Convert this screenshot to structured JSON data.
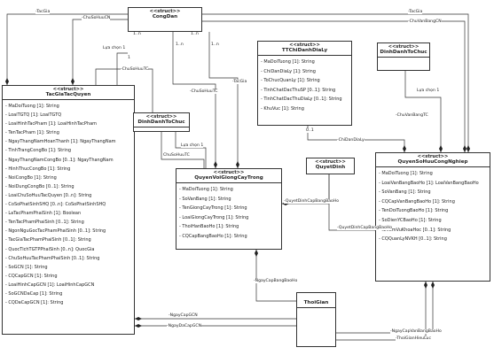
{
  "classes": {
    "congdan": {
      "stereotype": "<<struct>>",
      "name": "CongDan"
    },
    "tacgia": {
      "stereotype": "<<struct>>",
      "name": "TacGiaTacQuyen",
      "attributes": [
        "- MaDoiTuong [1]: String",
        "- LoaiTGTQ [1]: LoaiTGTQ",
        "- LoaiHinhTacPham [1]: LoaiHinhTacPham",
        "- TenTacPham [1]: String",
        "- NgayThangNamHoanThanh [1]: NgayThangNam",
        "- TinhTrangCongBo [1]: String",
        "- NgayThangNamCongBo [0..1]: NgayThangNam",
        "- HinhThucCongBo [1]: String",
        "- NoiCongBo [1]: String",
        "- NoiDungCongBo [0..1]: String",
        "- LoaiChuSoHuuTacQuyen [0..n]: String",
        "- CoSoPhatSinhSHQ [0..n]: CoSoPhatSinhSHQ",
        "- LaTacPhamPhaiSinh [1]: Boolean",
        "- TenTacPhamPhaiSinh [0..1]: String",
        "- NgonNguGocTacPhamPhaiSinh [0..1]: String",
        "- TacGiaTacPhamPhaiSinh [0..1]: String",
        "- QuocTichTGTPPhaiSinh [0..n]: QuocGia",
        "- ChuSoHuuTacPhamPhaiSinh [0..1]: String",
        "- SoGCN [1]: String",
        "- CQCapGCN [1]: String",
        "- LoaiHinhCapGCN [1]: LoaiHinhCapGCN",
        "- SoGCNDaCap [1]: String",
        "- CQDaCapGCN [1]: String"
      ]
    },
    "ttchidanh": {
      "stereotype": "<<struct>>",
      "name": "TTChiDanhDiaLy",
      "attributes": [
        "- MaDoiTuong [1]: String",
        "- ChiDanDiaLy [1]: String",
        "- ToChucQuanLy [1]: String",
        "- TinhChatDacThuSP [0..1]: String",
        "- TinhChatDacThuDiaLy [0..1]: String",
        "- KhuVuc [1]: String"
      ]
    },
    "dinhdanh_right": {
      "stereotype": "<<struct>>",
      "name": "DinhDanhToChuc"
    },
    "dinhdanh_mid": {
      "stereotype": "<<struct>>",
      "name": "DinhDanhToChuc"
    },
    "giongcay": {
      "stereotype": "<<struct>>",
      "name": "QuyenVoiGiongCayTrong",
      "attributes": [
        "- MaDoiTuong [1]: String",
        "- SoVanBang [1]: String",
        "- TenGiongCayTrong [1]: String",
        "- LoaiGiongCayTrong [1]: String",
        "- ThoiHanBaoHo [1]: String",
        "- CQCapBangBaoHo [1]: String"
      ]
    },
    "quyetdinh": {
      "stereotype": "<<struct>>",
      "name": "QuyetDinh"
    },
    "shcn": {
      "stereotype": "<<struct>>",
      "name": "QuyenSoHuuCongNghiep",
      "attributes": [
        "- MaDoiTuong [1]: String",
        "- LoaiVanBangBaoHo [1]: LoaiVanBangBaoHo",
        "- SoVanBang [1]: String",
        "- CQCapVanBangBaoHo [1]: String",
        "- TenDoiTuongBaoHo [1]: String",
        "- SoDienYCBaoHo [1]: String",
        "- NhiemVuKhoaHoc [0..1]: String",
        "- CQQuanLyNVKH [0..1]: String"
      ]
    },
    "thoigian": {
      "name": "ThoiGian"
    }
  },
  "labels": {
    "tacgia_top": "-TacGia",
    "chusohuucn_top": "-ChuSoHuuCN",
    "tacgia_right": "-TacGia",
    "chuvanbangcn": "-ChuVanBangCN",
    "mult_1n_left": "1..n",
    "mult_1n_right": "1..n",
    "mult_1": "1",
    "lua_chon_1a": "Lựa chọn 1",
    "chusohuutc_left": "-ChuSoHuuTC",
    "chusohuutc_mid": "-ChuSoHuuTC",
    "tacgia_mid": "-TacGia",
    "mult_1n_a": "1..n",
    "mult_1n_b": "1..n",
    "lua_chon_1b": "Lựa chọn 1",
    "chusohuutc_low": "ChuSoHuuTC",
    "lua_chon_1c": "Lựa chọn 1",
    "chuvanbangtc": "-ChuVanBangTC",
    "chidandialy": "-ChiDanDiaLy",
    "mult_0_1": "0..1",
    "quyetdinhcapbang": "-QuyetDinhCapBangBaoHo",
    "quyetdinhcapbang2": "-QuyetDinhCapBangBaoHo",
    "ngaycapbang": "-NgayCapBangBaoHo",
    "ngaycapgcn": "-NgayCapGCN",
    "ngaydacapgcn": "-NgayDaCapGCN",
    "ngaycapvanbang": "-NgayCapVanBangBaoHo",
    "thoigianhieuluc": "-ThoiGianHieuLuc"
  },
  "colors": {
    "line": "#333333",
    "background": "#ffffff"
  }
}
